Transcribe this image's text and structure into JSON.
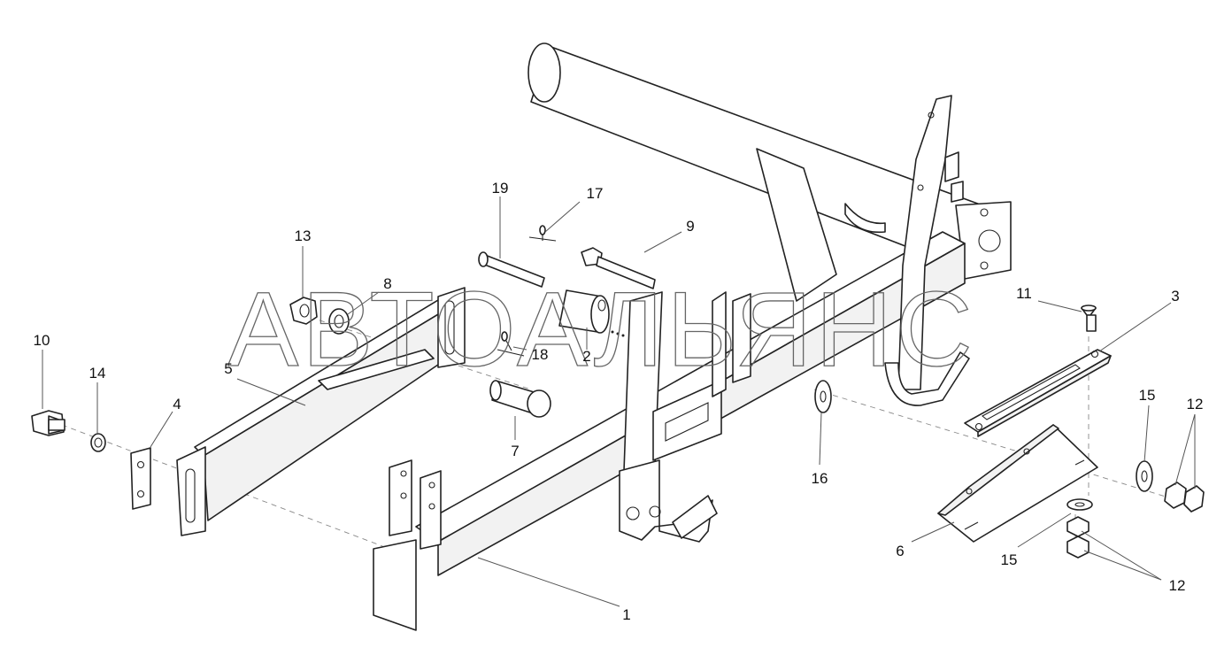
{
  "watermark": "АВТОАЛЬЯНС",
  "callouts": {
    "c1": "1",
    "c2": "2",
    "c3": "3",
    "c4": "4",
    "c5": "5",
    "c6": "6",
    "c7": "7",
    "c8": "8",
    "c9": "9",
    "c10": "10",
    "c11": "11",
    "c12a": "12",
    "c12b": "12",
    "c13": "13",
    "c14": "14",
    "c15a": "15",
    "c15b": "15",
    "c16": "16",
    "c17": "17",
    "c18": "18",
    "c19": "19"
  }
}
